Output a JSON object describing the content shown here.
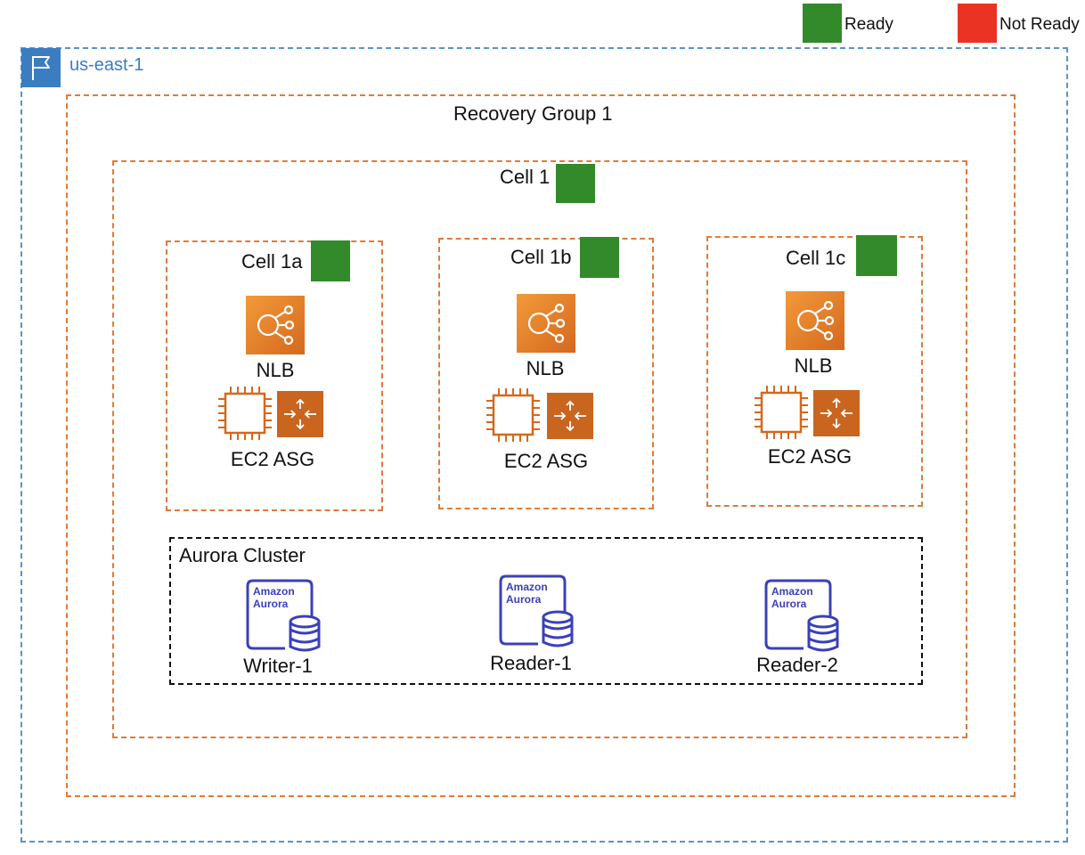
{
  "legend": {
    "ready_label": "Ready",
    "not_ready_label": "Not Ready",
    "ready_color": "#338a2a",
    "not_ready_color": "#ea3323"
  },
  "region": {
    "label": "us-east-1",
    "icon": "flag-icon"
  },
  "recovery_group": {
    "label": "Recovery Group 1"
  },
  "cell": {
    "label": "Cell 1",
    "status": "Ready"
  },
  "subcells": [
    {
      "label": "Cell 1a",
      "status": "Ready",
      "nlb_label": "NLB",
      "asg_label": "EC2 ASG"
    },
    {
      "label": "Cell 1b",
      "status": "Ready",
      "nlb_label": "NLB",
      "asg_label": "EC2 ASG"
    },
    {
      "label": "Cell 1c",
      "status": "Ready",
      "nlb_label": "NLB",
      "asg_label": "EC2 ASG"
    }
  ],
  "aurora": {
    "label": "Aurora Cluster",
    "badge_line1": "Amazon",
    "badge_line2": "Aurora",
    "instances": [
      {
        "label": "Writer-1"
      },
      {
        "label": "Reader-1"
      },
      {
        "label": "Reader-2"
      }
    ]
  }
}
